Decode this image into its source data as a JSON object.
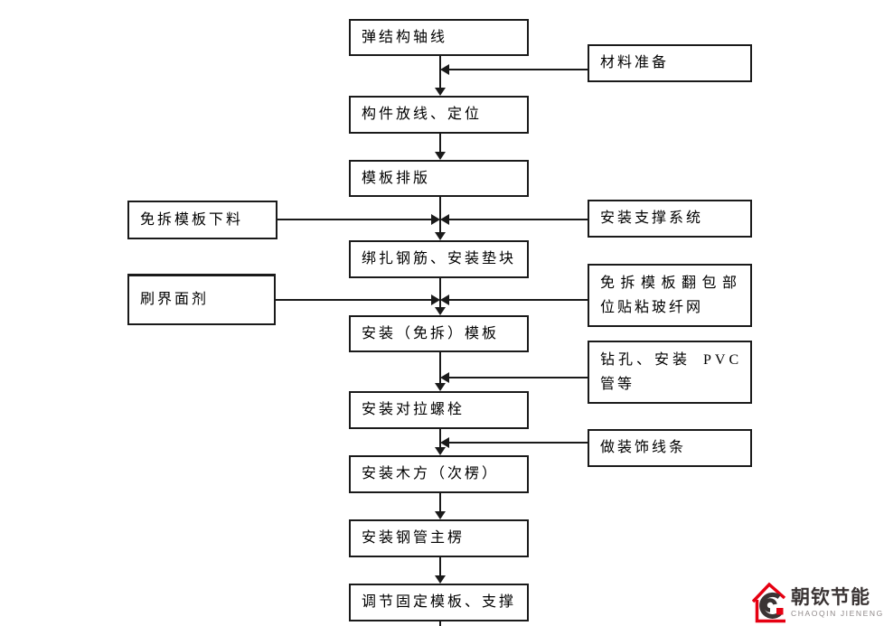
{
  "page": {
    "background": "#ffffff",
    "line_color": "#1a1a1a"
  },
  "flowchart": {
    "main_steps": [
      {
        "label": "弹结构轴线"
      },
      {
        "label": "构件放线、定位"
      },
      {
        "label": "模板排版"
      },
      {
        "label": "绑扎钢筋、安装垫块"
      },
      {
        "label": "安装（免拆）模板"
      },
      {
        "label": "安装对拉螺栓"
      },
      {
        "label": "安装木方（次楞）"
      },
      {
        "label": "安装钢管主楞"
      },
      {
        "label": "调节固定模板、支撑"
      }
    ],
    "left_inputs": [
      {
        "label": "免拆模板下料"
      },
      {
        "label": "刷界面剂"
      }
    ],
    "right_inputs": [
      {
        "label": "材料准备"
      },
      {
        "label": "安装支撑系统"
      },
      {
        "line1": "免拆模板翻包部",
        "line2": "位贴粘玻纤网"
      },
      {
        "line1": "钻孔、安装 PVC",
        "line2": "管等"
      },
      {
        "label": "做装饰线条"
      }
    ]
  },
  "logo": {
    "name": "朝钦节能",
    "subtitle": "CHAOQIN JIENENG",
    "accent_color": "#e60012",
    "text_color": "#3a3434",
    "subtitle_color": "#8f8989"
  }
}
